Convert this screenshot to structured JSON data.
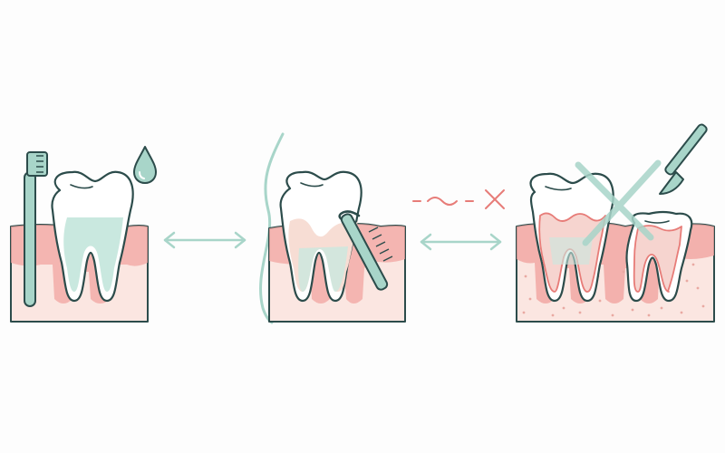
{
  "diagram": {
    "panels": [
      {
        "id": "healthy",
        "tools": [
          "toothbrush-icon",
          "water-drop-icon"
        ]
      },
      {
        "id": "plaque",
        "tools": [
          "dental-probe-icon"
        ]
      },
      {
        "id": "extraction",
        "tools": [
          "scalpel-icon",
          "cross-mark-icon"
        ]
      }
    ],
    "connectors": [
      "double-arrow",
      "double-arrow"
    ],
    "broken_link": "dashed-wave-with-x"
  },
  "colors": {
    "outline": "#2c4c4b",
    "mint": "#a8d5c9",
    "mint_light": "#d4ede6",
    "tooth": "#ffffff",
    "tooth_shadow": "#c9e8df",
    "gum": "#f1a4a0",
    "gum_light": "#f6d4cf",
    "gum_base": "#fbe6e1",
    "plaque": "#f7ddd4",
    "red_accent": "#e77c78",
    "speckle": "#e9a9a2"
  }
}
